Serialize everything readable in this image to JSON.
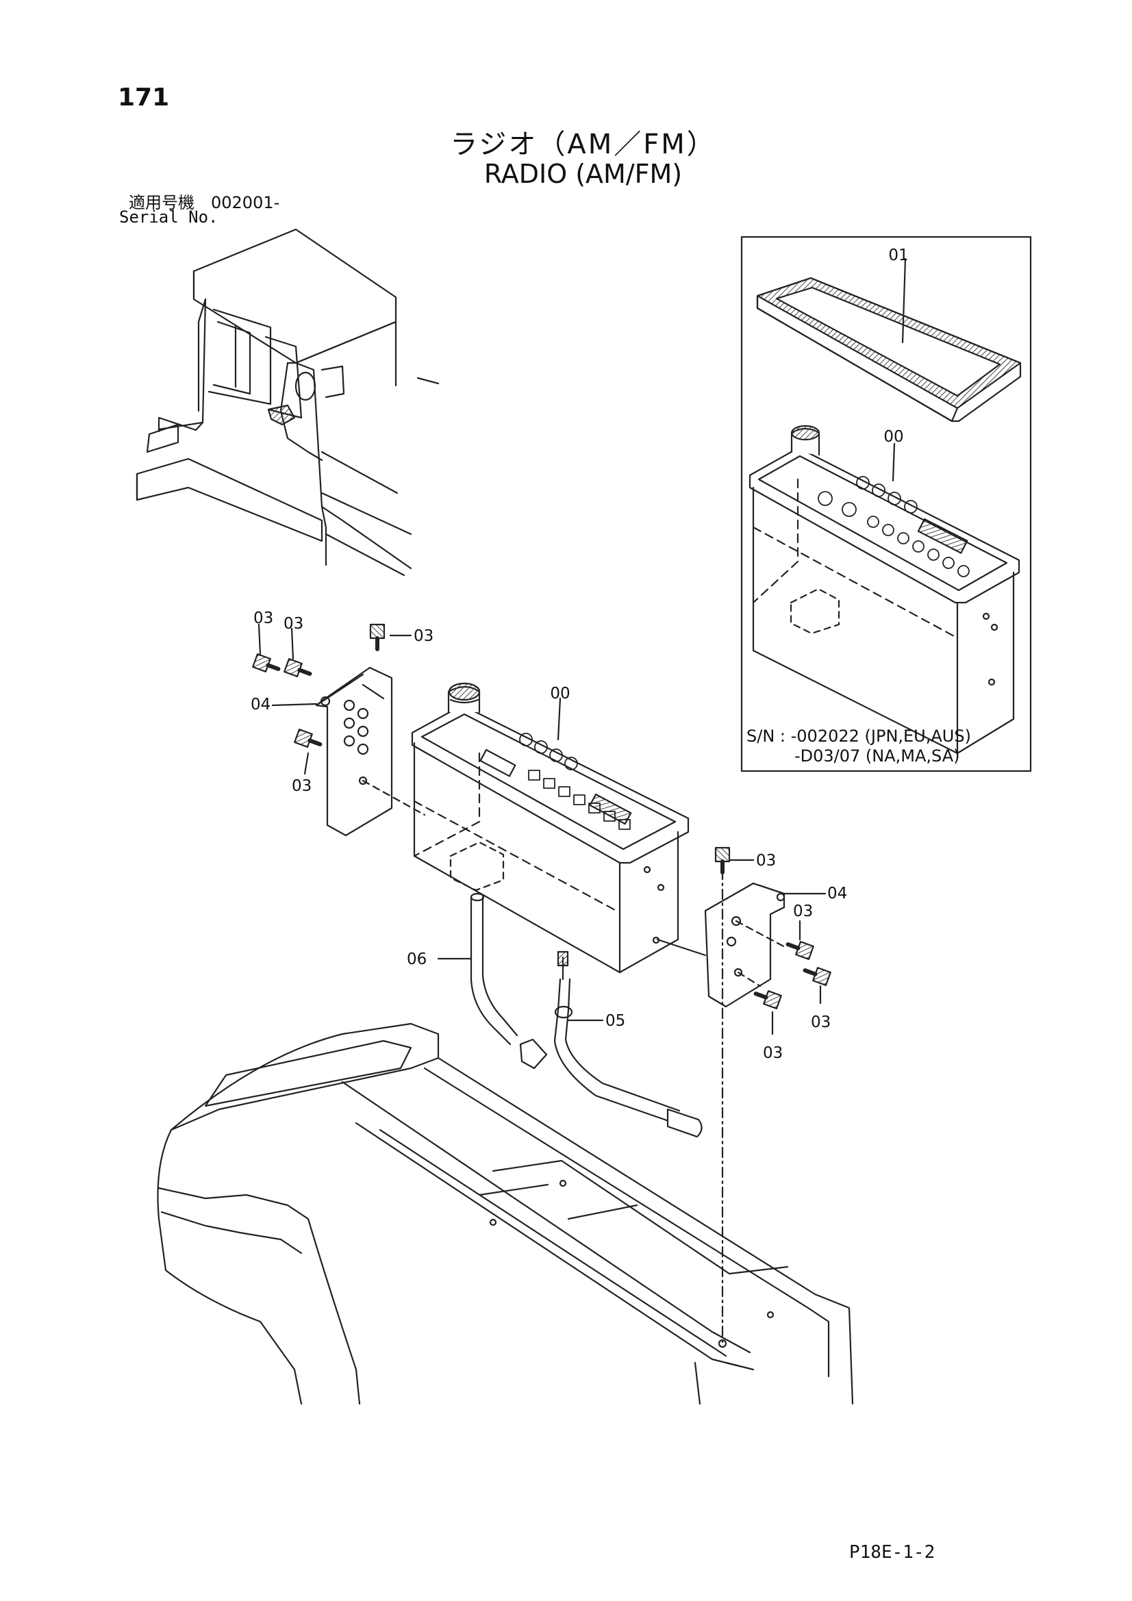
{
  "page_number": "171",
  "title_jp": "ラジオ（AM／FM）",
  "title_en": "RADIO (AM/FM)",
  "serial": {
    "label_jp": "適用号機　002001-",
    "label_en": "Serial No."
  },
  "inset": {
    "part_labels": [
      "01",
      "00"
    ],
    "serial_lines": [
      "S/N : -002022 (JPN,EU,AUS)",
      "-D03/07 (NA,MA,SA)"
    ]
  },
  "part_labels": {
    "radio": "00",
    "screw": "03",
    "bracket": "04",
    "antenna_cable": "05",
    "harness": "06"
  },
  "footer_code": "P18E-1-2"
}
